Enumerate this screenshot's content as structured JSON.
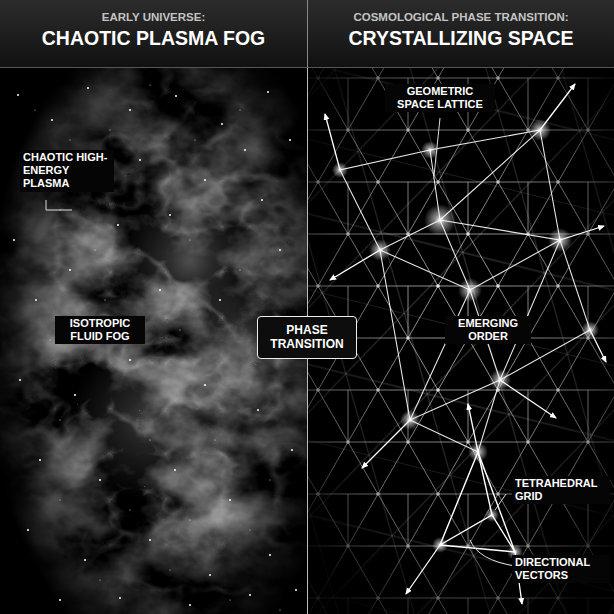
{
  "diagram": {
    "nodes": [
      {
        "text": [
          "EARLY UNIVERSE:",
          "CHAOTIC PLASMA FOG"
        ]
      },
      {
        "text": [
          "COSMOLOGICAL PHASE TRANSITION:",
          "CRYSTALLIZING SPACE"
        ]
      },
      {
        "text": [
          "PHASE TRANSITION"
        ]
      }
    ],
    "labels": [
      "CHAOTIC HIGH-ENERGY PLASMA",
      "ISOTROPIC FLUID FOG",
      "GEOMETRIC SPACE LATTICE",
      "EMERGING ORDER",
      "TETRAHEDRAL GRID",
      "DIRECTIONAL VECTORS"
    ]
  }
}
